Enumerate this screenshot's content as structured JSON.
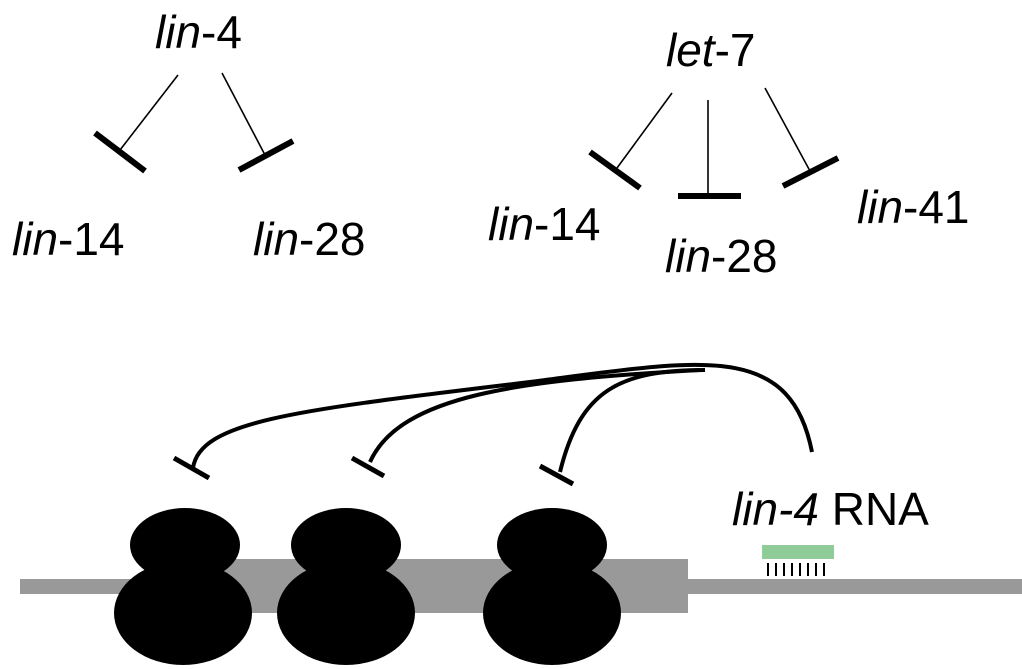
{
  "top_left": {
    "regulator": {
      "italic": "lin",
      "suffix": "-4"
    },
    "targets": [
      {
        "italic": "lin",
        "suffix": "-14"
      },
      {
        "italic": "lin",
        "suffix": "-28"
      }
    ]
  },
  "top_right": {
    "regulator": {
      "italic": "let",
      "suffix": "-7"
    },
    "targets": [
      {
        "italic": "lin",
        "suffix": "-14"
      },
      {
        "italic": "lin",
        "suffix": "-28"
      },
      {
        "italic": "lin",
        "suffix": "-41"
      }
    ]
  },
  "bottom": {
    "rna_label": {
      "italic": "lin-4",
      "suffix": " RNA"
    },
    "ribosome_count": 3,
    "colors": {
      "mrna": "#999999",
      "ribosome": "#000000",
      "rna": "#8fcc9a",
      "line": "#000000"
    }
  }
}
